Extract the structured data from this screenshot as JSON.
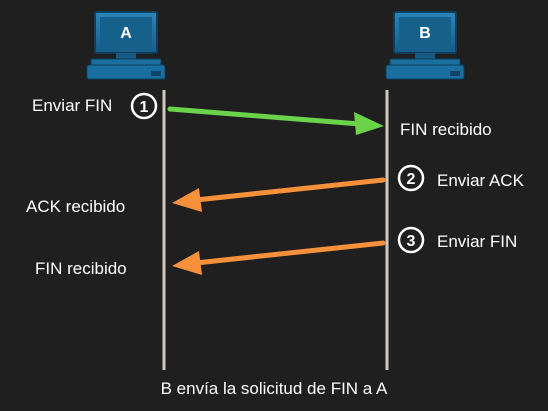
{
  "hosts": {
    "a": {
      "label": "A"
    },
    "b": {
      "label": "B"
    }
  },
  "steps": [
    {
      "number": "1",
      "sender_label": "Enviar FIN",
      "receiver_label": "FIN recibido",
      "arrow_color": "#6ad34a"
    },
    {
      "number": "2",
      "sender_label": "Enviar ACK",
      "receiver_label": "ACK recibido",
      "arrow_color": "#f7903a"
    },
    {
      "number": "3",
      "sender_label": "Enviar FIN",
      "receiver_label": "FIN recibido",
      "arrow_color": "#f7903a"
    }
  ],
  "caption": "B envía la solicitud de FIN a A",
  "colors": {
    "background": "#1f1f1f",
    "monitor": "#1b6fa0",
    "screen": "#15557c",
    "timeline": "#cfc8be",
    "circle_stroke": "#ffffff"
  }
}
